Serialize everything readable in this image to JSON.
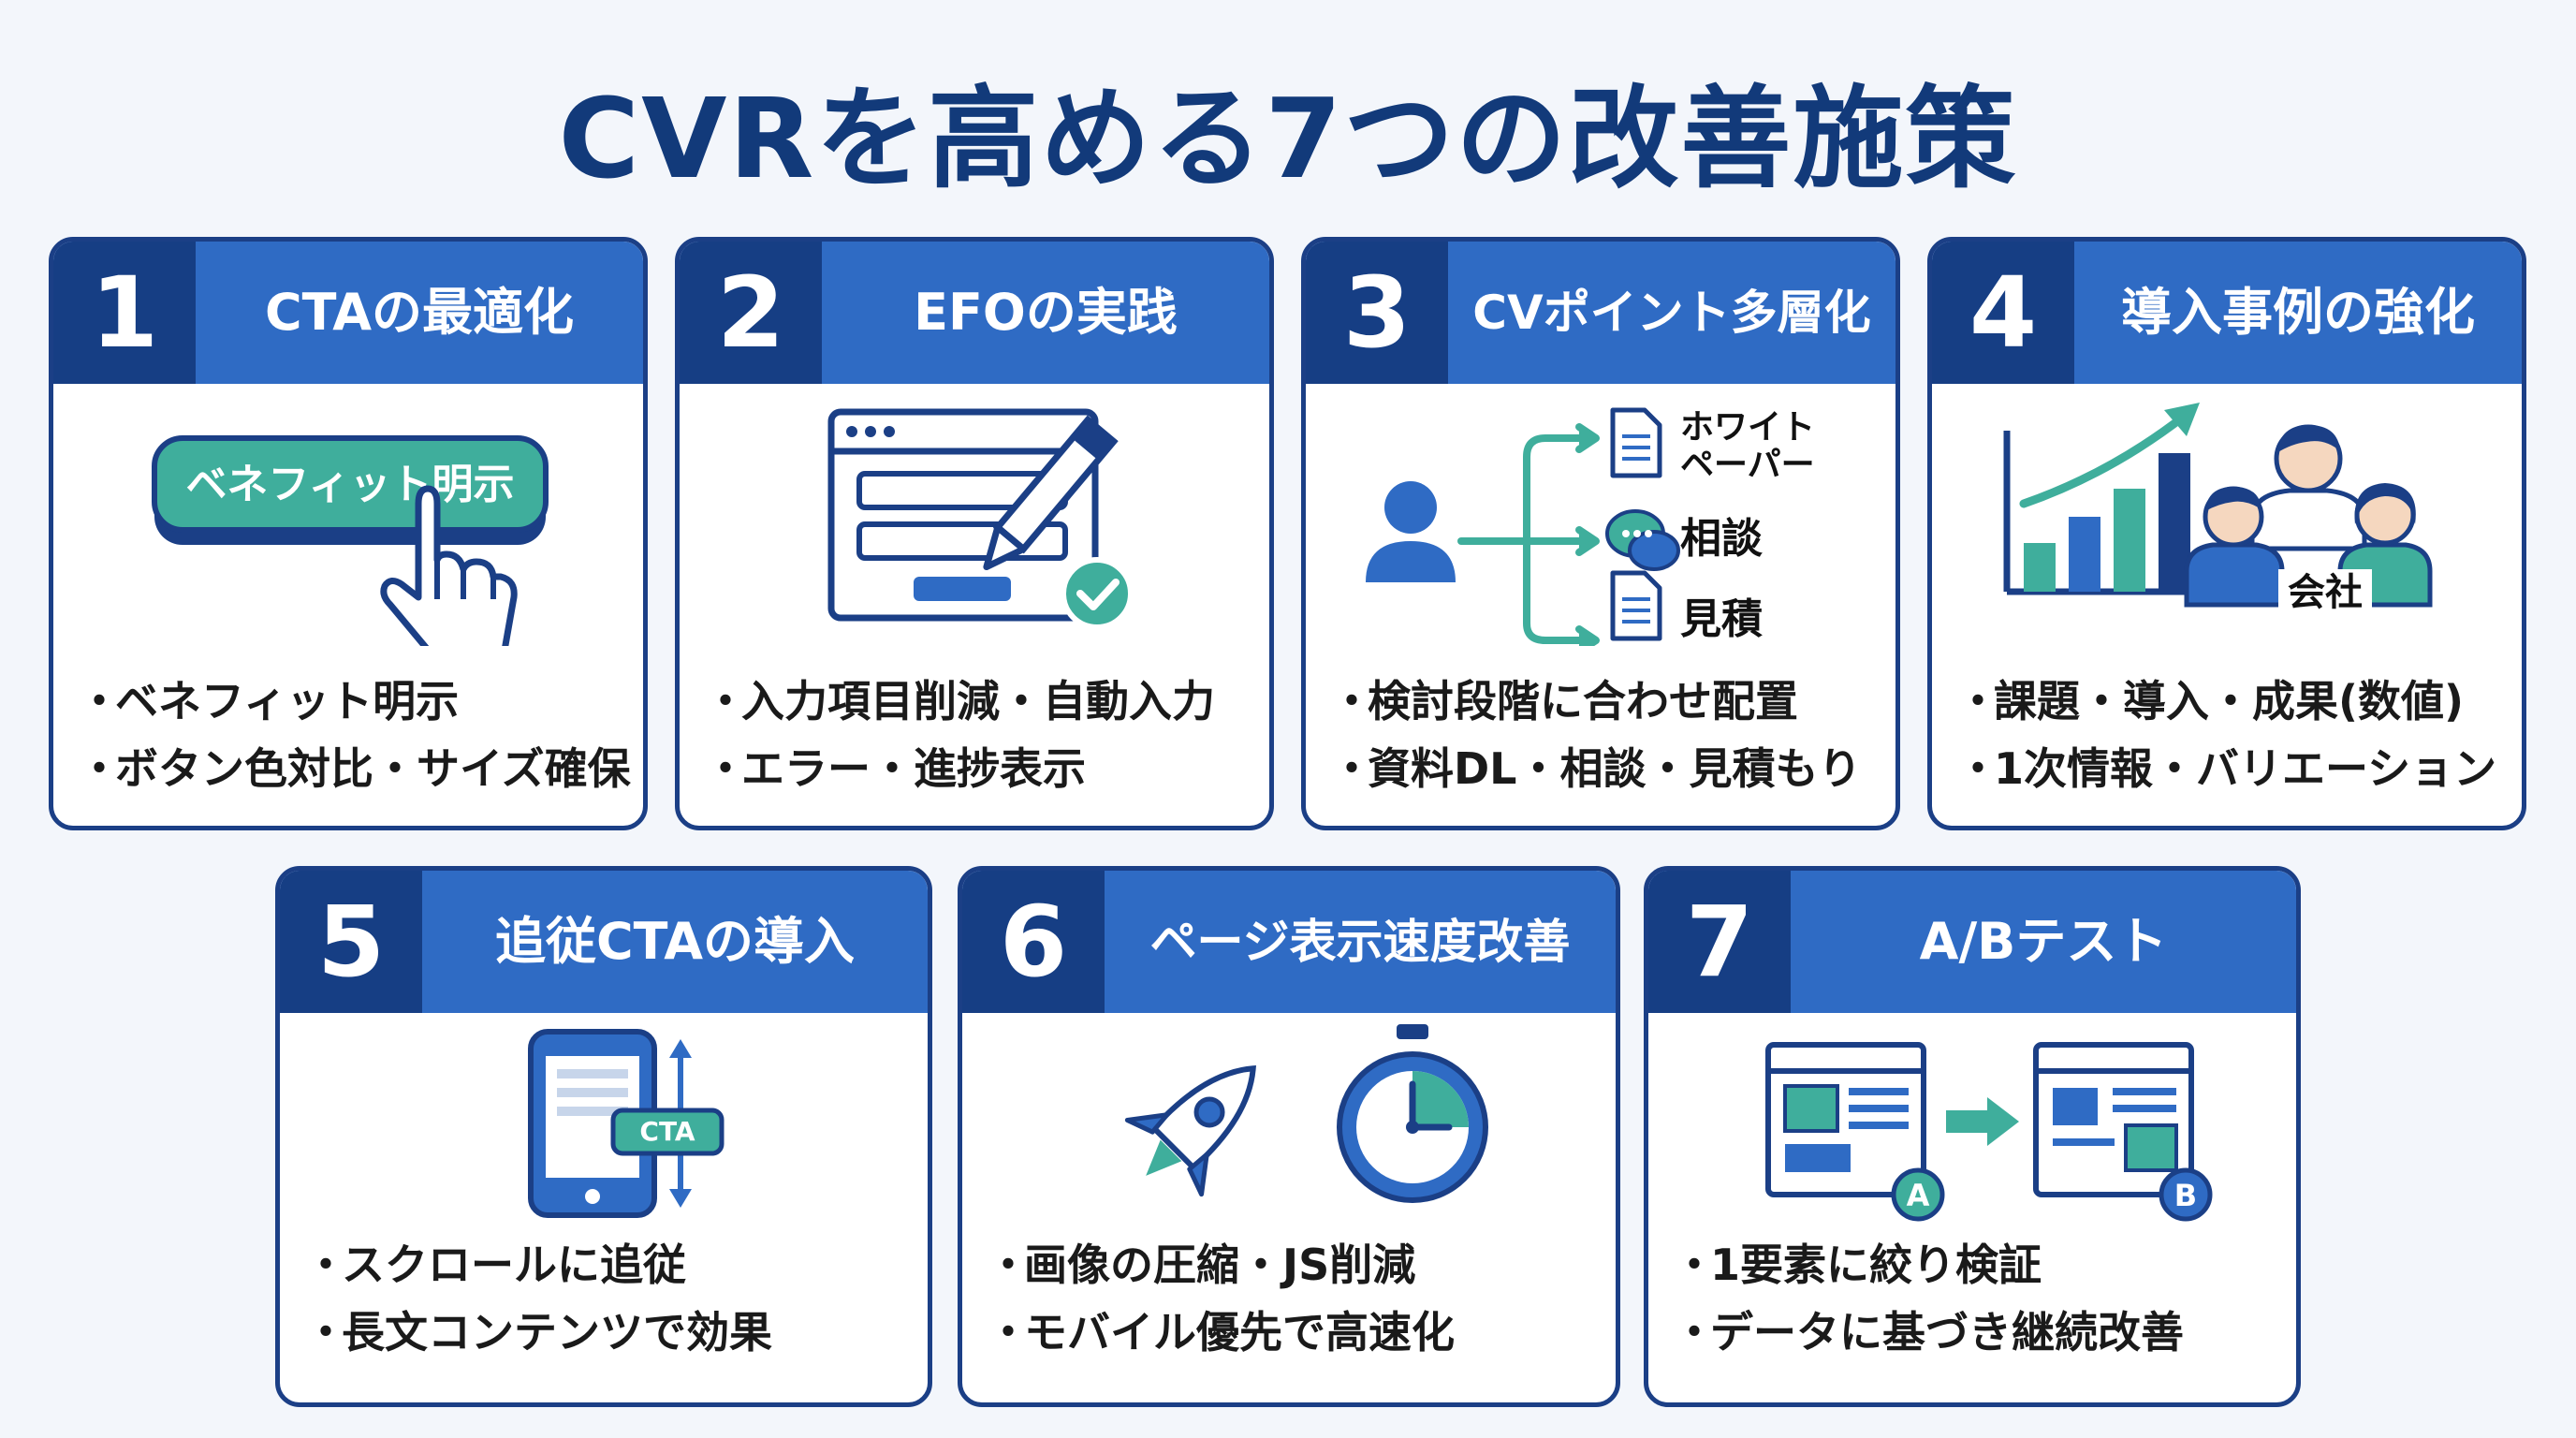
{
  "title": "CVRを高める7つの改善施策",
  "colors": {
    "navy": "#163e84",
    "blue": "#2f6bc4",
    "teal": "#3fae9c",
    "title": "#123a7a"
  },
  "cards": [
    {
      "number": "1",
      "title": "CTAの最適化",
      "icons": [
        "button",
        "hand-pointer-icon"
      ],
      "illustration_label": "ベネフィット明示",
      "bullets": [
        "ベネフィット明示",
        "ボタン色対比・サイズ確保"
      ]
    },
    {
      "number": "2",
      "title": "EFOの実践",
      "icons": [
        "form-window-icon",
        "pencil-icon",
        "check-icon"
      ],
      "bullets": [
        "入力項目削減・自動入力",
        "エラー・進捗表示"
      ]
    },
    {
      "number": "3",
      "title": "CVポイント多層化",
      "icons": [
        "user-icon",
        "document-icon",
        "chat-icon",
        "document-icon"
      ],
      "options": [
        "ホワイト",
        "ペーパー",
        "相談",
        "見積"
      ],
      "bullets": [
        "検討段階に合わせ配置",
        "資料DL・相談・見積もり"
      ]
    },
    {
      "number": "4",
      "title": "導入事例の強化",
      "icons": [
        "bar-chart-icon",
        "trend-arrow-icon",
        "people-icon"
      ],
      "illustration_label": "会社",
      "bullets": [
        "課題・導入・成果(数値)",
        "1次情報・バリエーション"
      ]
    },
    {
      "number": "5",
      "title": "追従CTAの導入",
      "icons": [
        "smartphone-icon",
        "vertical-arrow-icon"
      ],
      "illustration_label": "CTA",
      "bullets": [
        "スクロールに追従",
        "長文コンテンツで効果"
      ]
    },
    {
      "number": "6",
      "title": "ページ表示速度改善",
      "icons": [
        "rocket-icon",
        "stopwatch-icon"
      ],
      "bullets": [
        "画像の圧縮・JS削減",
        "モバイル優先で高速化"
      ]
    },
    {
      "number": "7",
      "title": "A/Bテスト",
      "icons": [
        "page-variant-icon",
        "arrow-right-icon",
        "page-variant-icon"
      ],
      "variants": [
        "A",
        "B"
      ],
      "bullets": [
        "1要素に絞り検証",
        "データに基づき継続改善"
      ]
    }
  ]
}
